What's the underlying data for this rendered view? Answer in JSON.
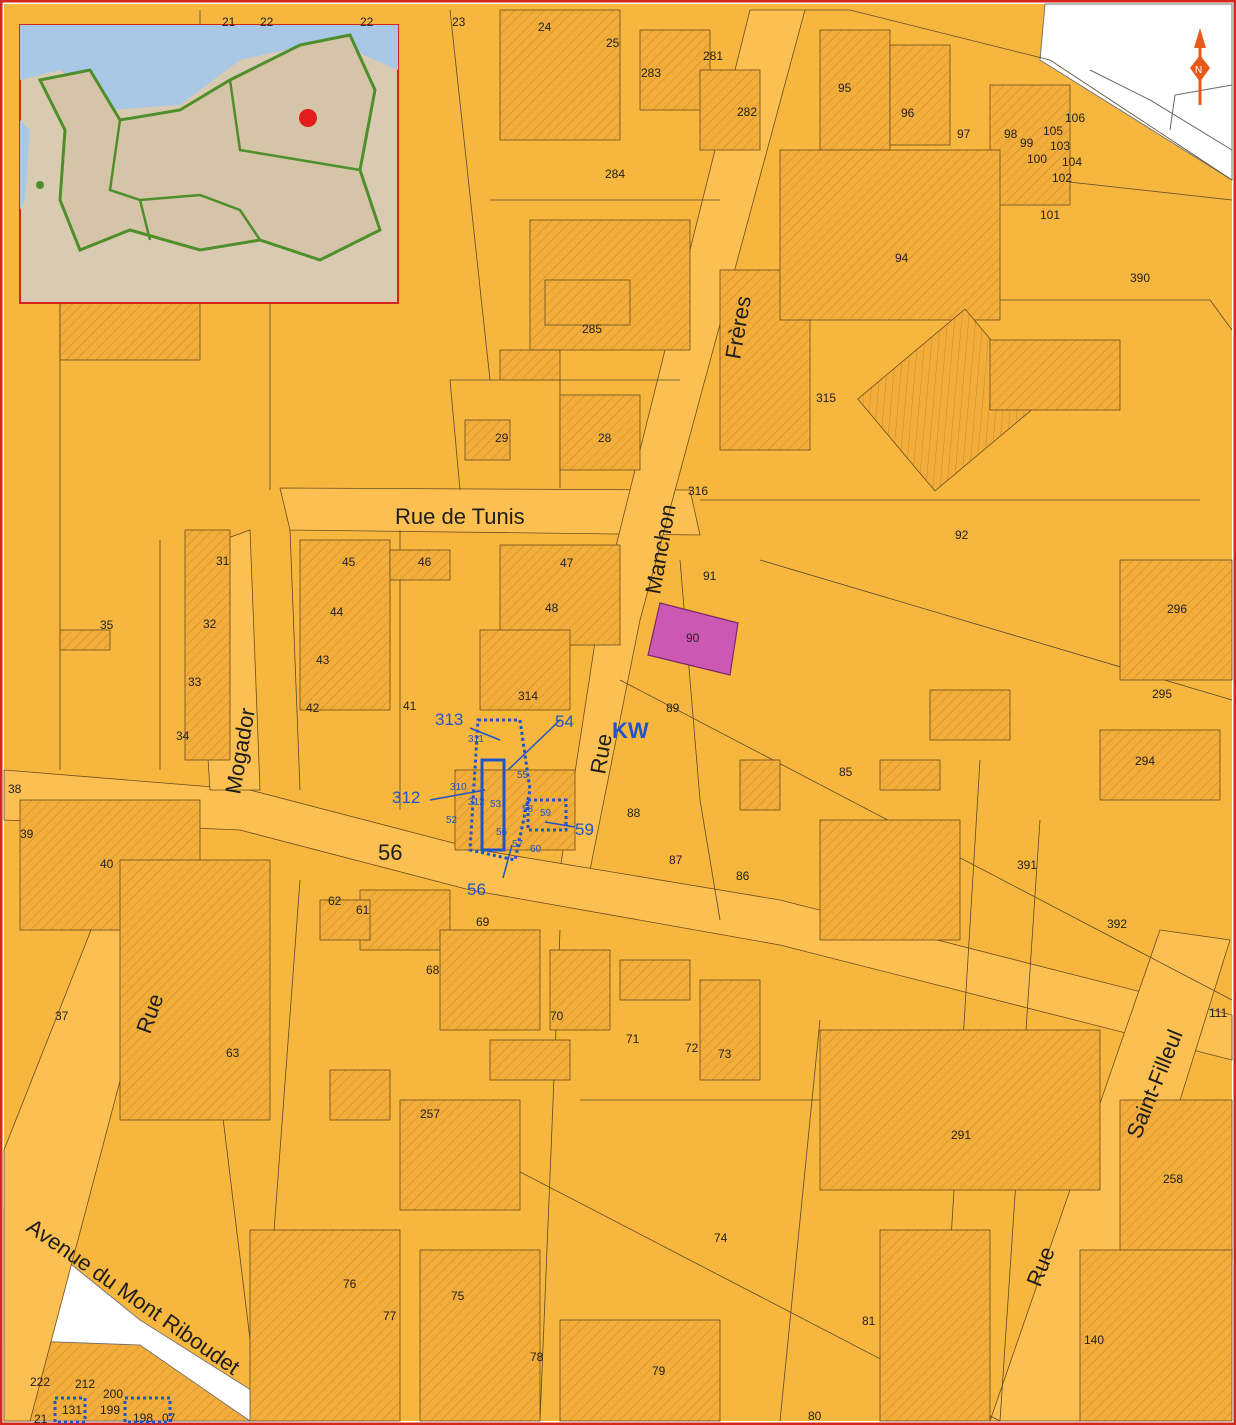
{
  "map": {
    "section_label": "KW",
    "highlight_parcel": "90",
    "colors": {
      "background": "#f7b63e",
      "road": "#f7b63e",
      "highlight": "#cc58b4",
      "cadastre_blue": "#1f55c8",
      "frame": "#d4261a",
      "inset_water": "#a8c8e6",
      "inset_land": "#d9cbb2",
      "inset_border": "#4f8f2b"
    },
    "streets": [
      {
        "id": "rue-de-tunis",
        "text": "Rue de Tunis"
      },
      {
        "id": "freres",
        "text": "Frères"
      },
      {
        "id": "manchon",
        "text": "Manchon"
      },
      {
        "id": "rue-manchon",
        "text": "Rue"
      },
      {
        "id": "mogador",
        "text": "Mogador"
      },
      {
        "id": "rue-mogador",
        "text": "Rue"
      },
      {
        "id": "saint-filleul",
        "text": "Saint-Filleul"
      },
      {
        "id": "rue-saint-filleul",
        "text": "Rue"
      },
      {
        "id": "avenue",
        "text": "Avenue du Mont Riboudet"
      }
    ],
    "big_numbers": [
      {
        "id": "road-56",
        "text": "56"
      }
    ],
    "blue_labels": [
      {
        "id": "b313",
        "text": "313"
      },
      {
        "id": "b54",
        "text": "54"
      },
      {
        "id": "b312",
        "text": "312"
      },
      {
        "id": "b59",
        "text": "59"
      },
      {
        "id": "b56",
        "text": "56"
      }
    ],
    "small_blue": [
      {
        "id": "s311",
        "text": "311"
      },
      {
        "id": "s310",
        "text": "310"
      },
      {
        "id": "s312",
        "text": "312"
      },
      {
        "id": "s55",
        "text": "55"
      },
      {
        "id": "s58",
        "text": "58"
      },
      {
        "id": "s59",
        "text": "59"
      },
      {
        "id": "s56",
        "text": "56"
      },
      {
        "id": "s57",
        "text": "57"
      },
      {
        "id": "s60",
        "text": "60"
      },
      {
        "id": "s52",
        "text": "52"
      },
      {
        "id": "s53",
        "text": "53"
      }
    ],
    "parcel_numbers": [
      "21",
      "22",
      "22",
      "23",
      "24",
      "25",
      "281",
      "283",
      "282",
      "95",
      "96",
      "97",
      "98",
      "99",
      "100",
      "105",
      "106",
      "103",
      "104",
      "102",
      "101",
      "284",
      "94",
      "390",
      "285",
      "315",
      "29",
      "28",
      "316",
      "92",
      "31",
      "45",
      "46",
      "47",
      "91",
      "35",
      "32",
      "44",
      "48",
      "296",
      "43",
      "90",
      "33",
      "42",
      "41",
      "314",
      "89",
      "295",
      "34",
      "294",
      "85",
      "38",
      "39",
      "88",
      "40",
      "87",
      "86",
      "391",
      "62",
      "61",
      "69",
      "392",
      "68",
      "37",
      "70",
      "71",
      "72",
      "73",
      "111",
      "63",
      "257",
      "291",
      "258",
      "74",
      "76",
      "75",
      "81",
      "140",
      "77",
      "78",
      "79",
      "80",
      "222",
      "212",
      "200",
      "199",
      "198",
      "07",
      "131",
      "21"
    ]
  }
}
